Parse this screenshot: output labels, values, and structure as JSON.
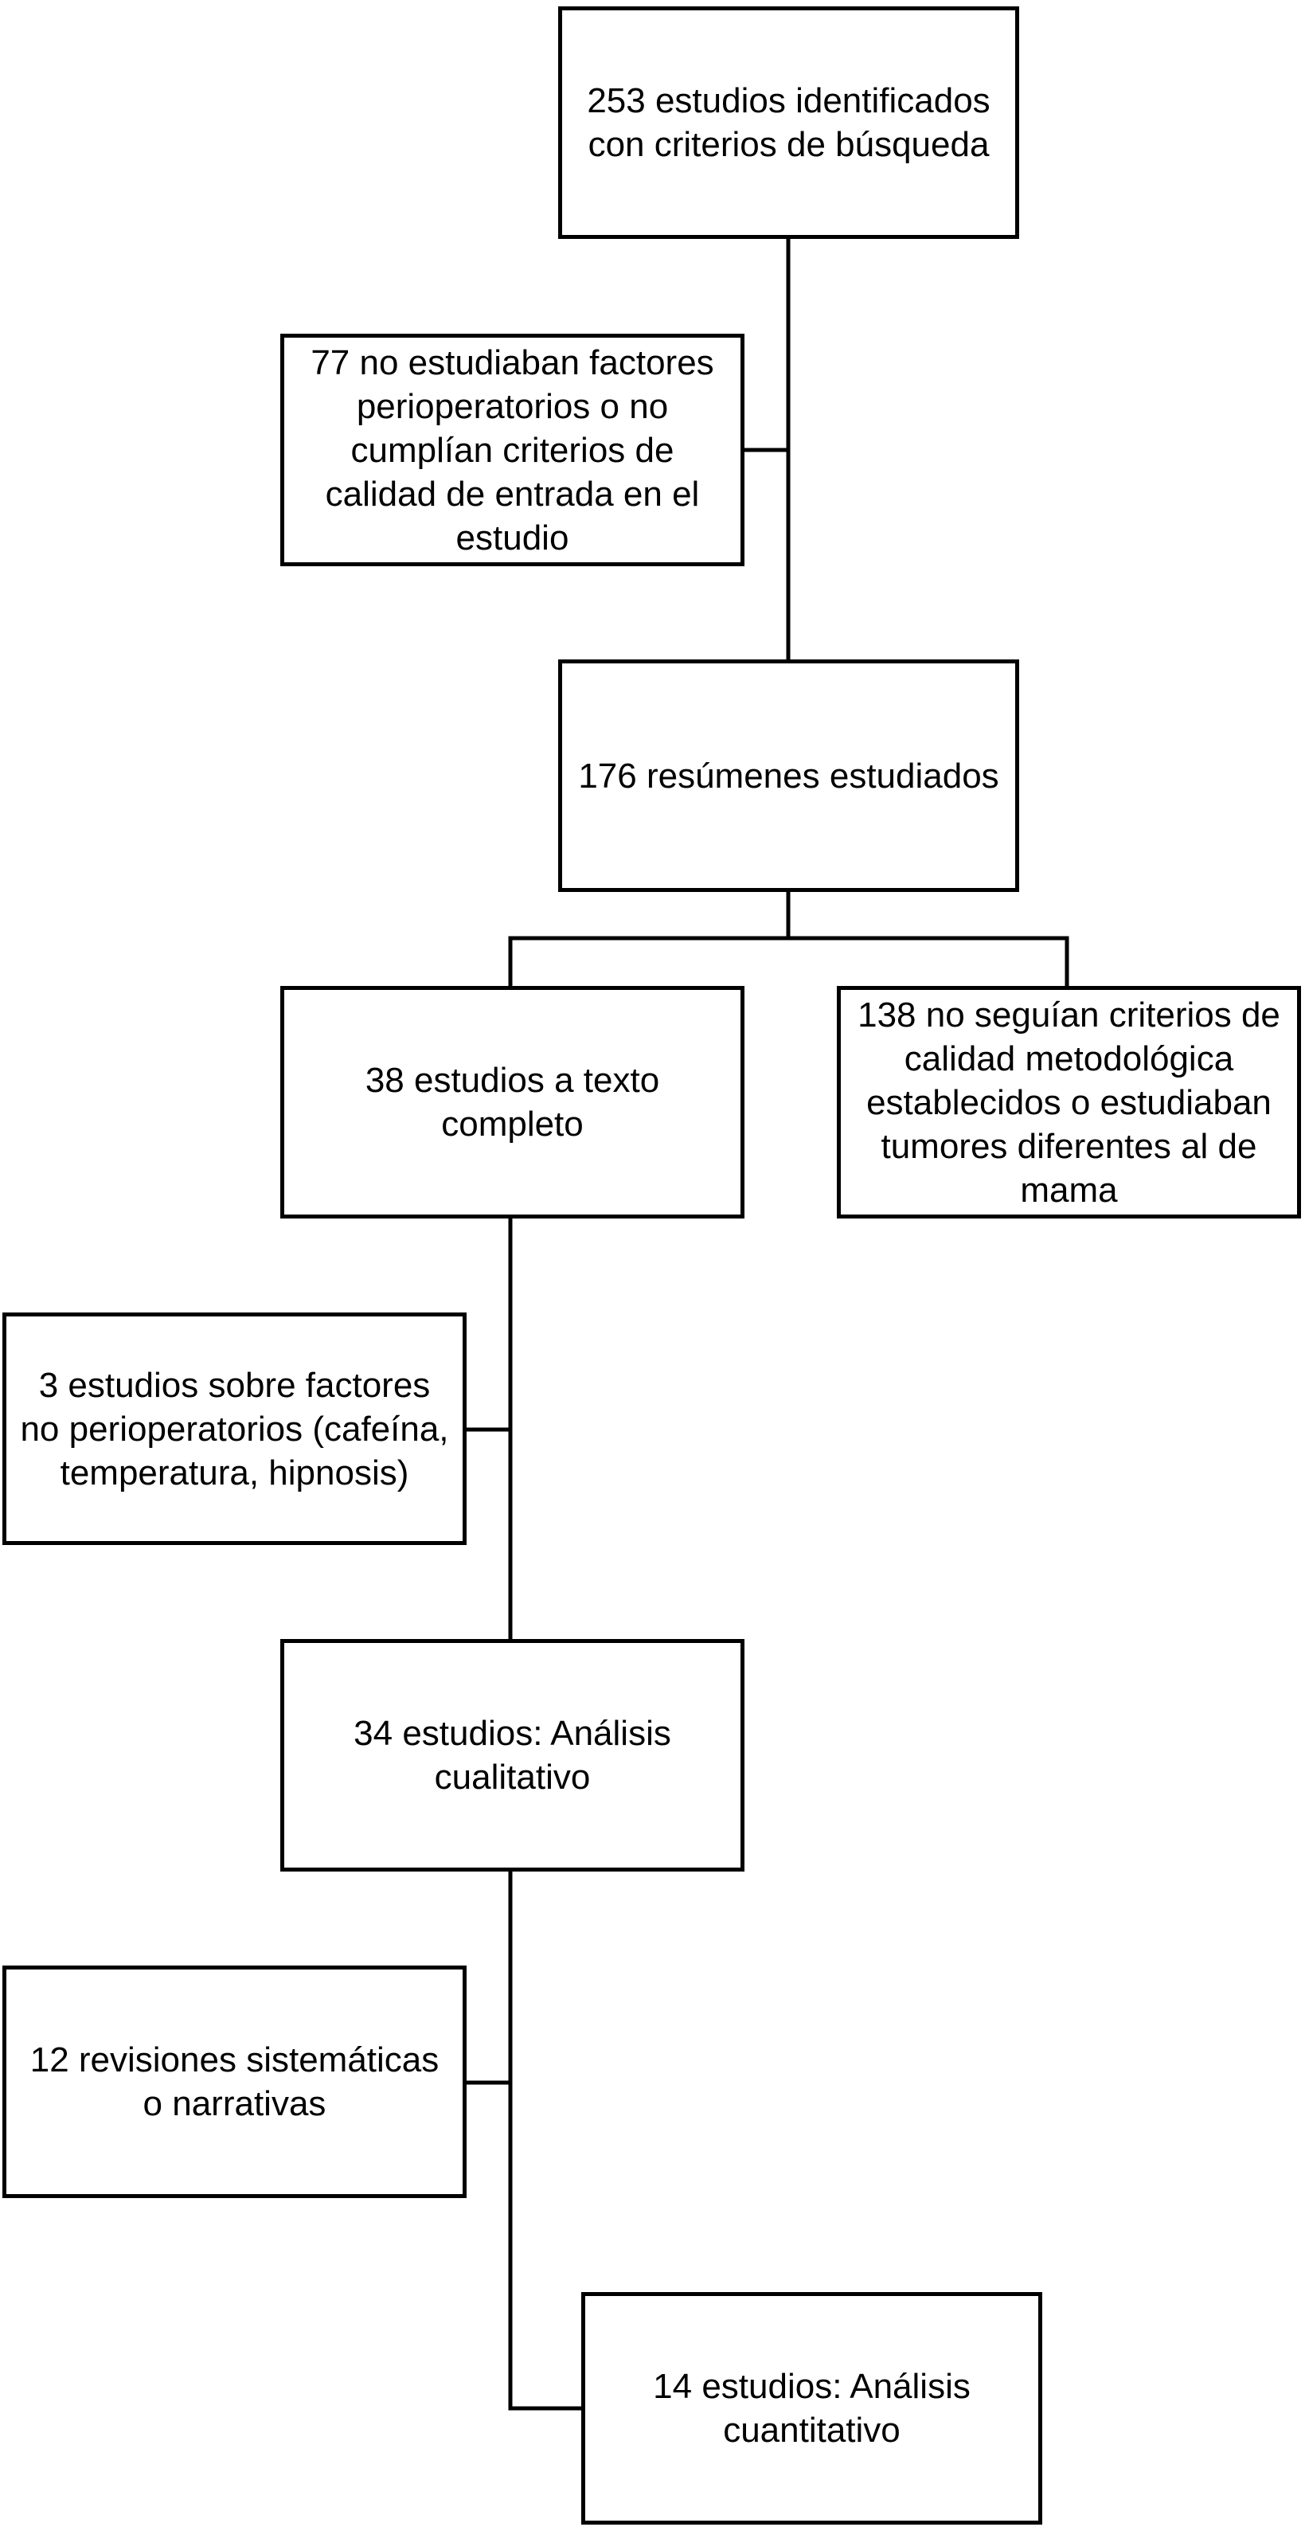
{
  "flowchart": {
    "identified": "253 estudios identificados con criterios de búsqueda",
    "excluded_initial": "77 no estudiaban factores perioperatorios o no cumplían criterios de calidad de entrada en el estudio",
    "abstracts": "176 resúmenes estudiados",
    "full_text": "38 estudios a texto completo",
    "excluded_methodology": "138 no seguían criterios de calidad metodológica establecidos o estudiaban tumores diferentes al de mama",
    "excluded_non_periop": "3 estudios sobre factores no perioperatorios (cafeína, temperatura, hipnosis)",
    "qualitative": "34 estudios: Análisis cualitativo",
    "excluded_reviews": "12 revisiones sistemáticas o narrativas",
    "quantitative": "14 estudios: Análisis cuantitativo"
  }
}
